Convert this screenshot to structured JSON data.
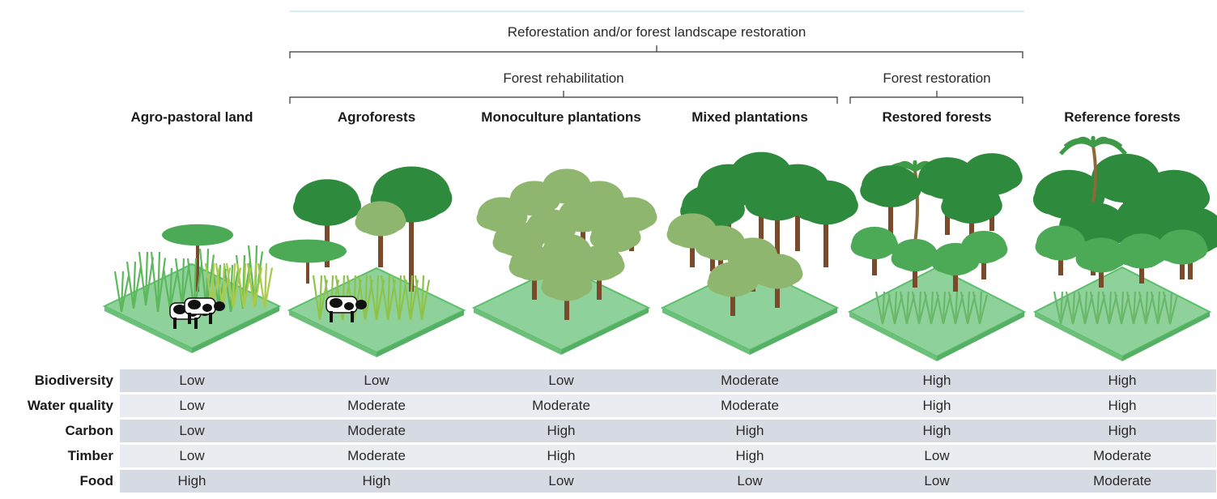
{
  "brackets": {
    "top": "Reforestation and/or forest landscape restoration",
    "rehab": "Forest rehabilitation",
    "restoration": "Forest restoration"
  },
  "columns": [
    "Agro-pastoral land",
    "Agroforests",
    "Monoculture plantations",
    "Mixed plantations",
    "Restored forests",
    "Reference forests"
  ],
  "rows": [
    {
      "label": "Biodiversity",
      "values": [
        "Low",
        "Low",
        "Low",
        "Moderate",
        "High",
        "High"
      ]
    },
    {
      "label": "Water quality",
      "values": [
        "Low",
        "Moderate",
        "Moderate",
        "Moderate",
        "High",
        "High"
      ]
    },
    {
      "label": "Carbon",
      "values": [
        "Low",
        "Moderate",
        "High",
        "High",
        "High",
        "High"
      ]
    },
    {
      "label": "Timber",
      "values": [
        "Low",
        "Moderate",
        "High",
        "High",
        "Low",
        "Moderate"
      ]
    },
    {
      "label": "Food",
      "values": [
        "High",
        "High",
        "Low",
        "Low",
        "Low",
        "Moderate"
      ]
    }
  ],
  "colors": {
    "ground": "#8fd19a",
    "ground_edge": "#5bbf6c",
    "canopy_dark": "#2e8b3d",
    "canopy_mid": "#4caa56",
    "canopy_light": "#8fb66f",
    "trunk": "#7a4a2a",
    "row_dark": "#d6dbe3",
    "row_light": "#e9ecf1"
  }
}
